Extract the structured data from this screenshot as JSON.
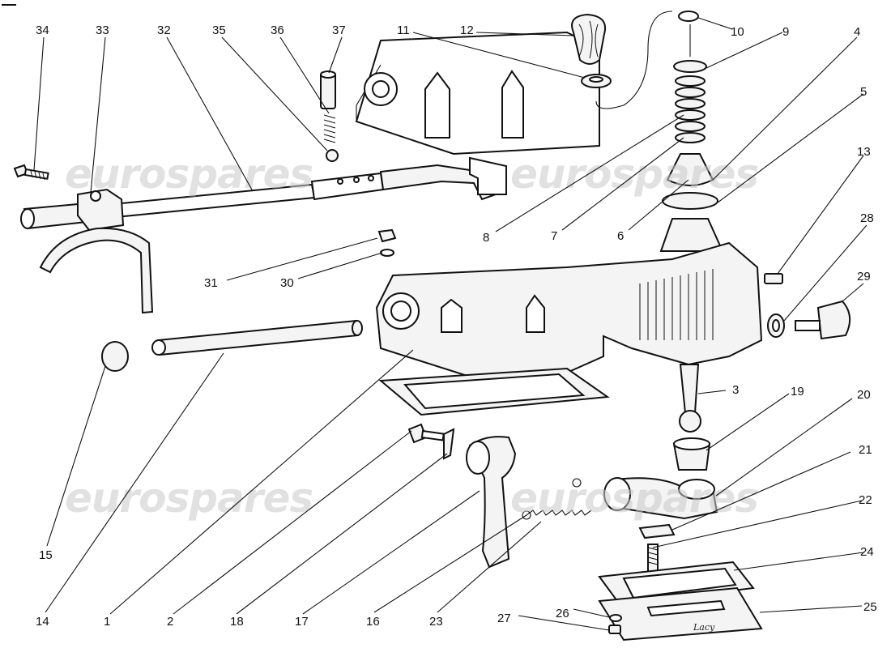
{
  "watermark": {
    "text": "eurospares",
    "color": "#c9c9c9"
  },
  "diagram": {
    "signature": "Lacy"
  },
  "callouts": [
    {
      "id": "34",
      "label": "34"
    },
    {
      "id": "33",
      "label": "33"
    },
    {
      "id": "32",
      "label": "32"
    },
    {
      "id": "35",
      "label": "35"
    },
    {
      "id": "36",
      "label": "36"
    },
    {
      "id": "37",
      "label": "37"
    },
    {
      "id": "11",
      "label": "11"
    },
    {
      "id": "12",
      "label": "12"
    },
    {
      "id": "10",
      "label": "10"
    },
    {
      "id": "9",
      "label": "9"
    },
    {
      "id": "4",
      "label": "4"
    },
    {
      "id": "5",
      "label": "5"
    },
    {
      "id": "13",
      "label": "13"
    },
    {
      "id": "28",
      "label": "28"
    },
    {
      "id": "29",
      "label": "29"
    },
    {
      "id": "8",
      "label": "8"
    },
    {
      "id": "7",
      "label": "7"
    },
    {
      "id": "6",
      "label": "6"
    },
    {
      "id": "31",
      "label": "31"
    },
    {
      "id": "30",
      "label": "30"
    },
    {
      "id": "3",
      "label": "3"
    },
    {
      "id": "19",
      "label": "19"
    },
    {
      "id": "20",
      "label": "20"
    },
    {
      "id": "21",
      "label": "21"
    },
    {
      "id": "22",
      "label": "22"
    },
    {
      "id": "24",
      "label": "24"
    },
    {
      "id": "25",
      "label": "25"
    },
    {
      "id": "26",
      "label": "26"
    },
    {
      "id": "27",
      "label": "27"
    },
    {
      "id": "15",
      "label": "15"
    },
    {
      "id": "14",
      "label": "14"
    },
    {
      "id": "1",
      "label": "1"
    },
    {
      "id": "2",
      "label": "2"
    },
    {
      "id": "18",
      "label": "18"
    },
    {
      "id": "17",
      "label": "17"
    },
    {
      "id": "16",
      "label": "16"
    },
    {
      "id": "23",
      "label": "23"
    }
  ]
}
